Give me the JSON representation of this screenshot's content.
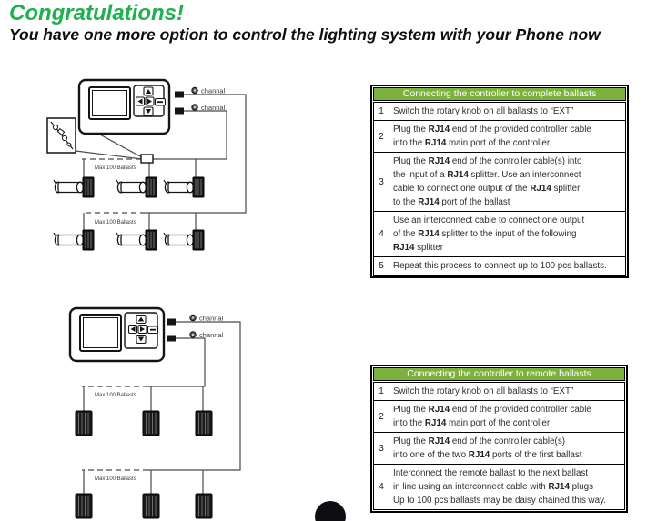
{
  "colors": {
    "title_green": "#1fb150",
    "table_header_bg": "#7cb13e",
    "table_header_text": "#ffffff"
  },
  "header": {
    "title": "Congratulations!",
    "subtitle": "You have one more option to control the lighting system with your Phone now"
  },
  "diagram_top": {
    "channel_labels": [
      "channal",
      "channal"
    ],
    "group_labels": [
      "Max 100 Ballasts",
      "Max 100 Ballasts"
    ]
  },
  "diagram_bottom": {
    "channel_labels": [
      "channal",
      "channal"
    ],
    "group_labels": [
      "Max 100 Ballasts",
      "Max 100 Ballasts"
    ]
  },
  "table1": {
    "title": "Connecting the controller to complete ballasts",
    "rows": [
      {
        "num": "1",
        "lines": [
          "Switch the rotary knob on all ballasts to “EXT”"
        ]
      },
      {
        "num": "2",
        "lines": [
          "Plug the RJ14 end of the provided controller cable",
          "into the RJ14 main port of the controller"
        ]
      },
      {
        "num": "3",
        "lines": [
          "Plug the RJ14 end of the controller cable(s) into",
          "the input of a RJ14 splitter. Use an interconnect",
          "cable to connect one output of the RJ14 splitter",
          "to the RJ14 port of the ballast"
        ]
      },
      {
        "num": "4",
        "lines": [
          "Use an interconnect cable to connect one output",
          "of the RJ14 splitter to the input of the following",
          "RJ14 splitter"
        ]
      },
      {
        "num": "5",
        "lines": [
          "Repeat this process to connect up to 100 pcs ballasts."
        ]
      }
    ]
  },
  "table2": {
    "title": "Connecting the controller to remote ballasts",
    "rows": [
      {
        "num": "1",
        "lines": [
          "Switch the rotary knob on all ballasts to “EXT”"
        ]
      },
      {
        "num": "2",
        "lines": [
          "Plug the RJ14 end of the provided controller cable",
          "into the RJ14 main port of the controller"
        ]
      },
      {
        "num": "3",
        "lines": [
          "Plug the RJ14 end of the controller cable(s)",
          "into one of the two RJ14 ports of the first ballast"
        ]
      },
      {
        "num": "4",
        "lines": [
          "Interconnect the remote ballast to the next ballast",
          "in line using an interconnect cable with RJ14 plugs",
          "Up to 100 pcs ballasts may be daisy chained this way."
        ]
      }
    ]
  }
}
